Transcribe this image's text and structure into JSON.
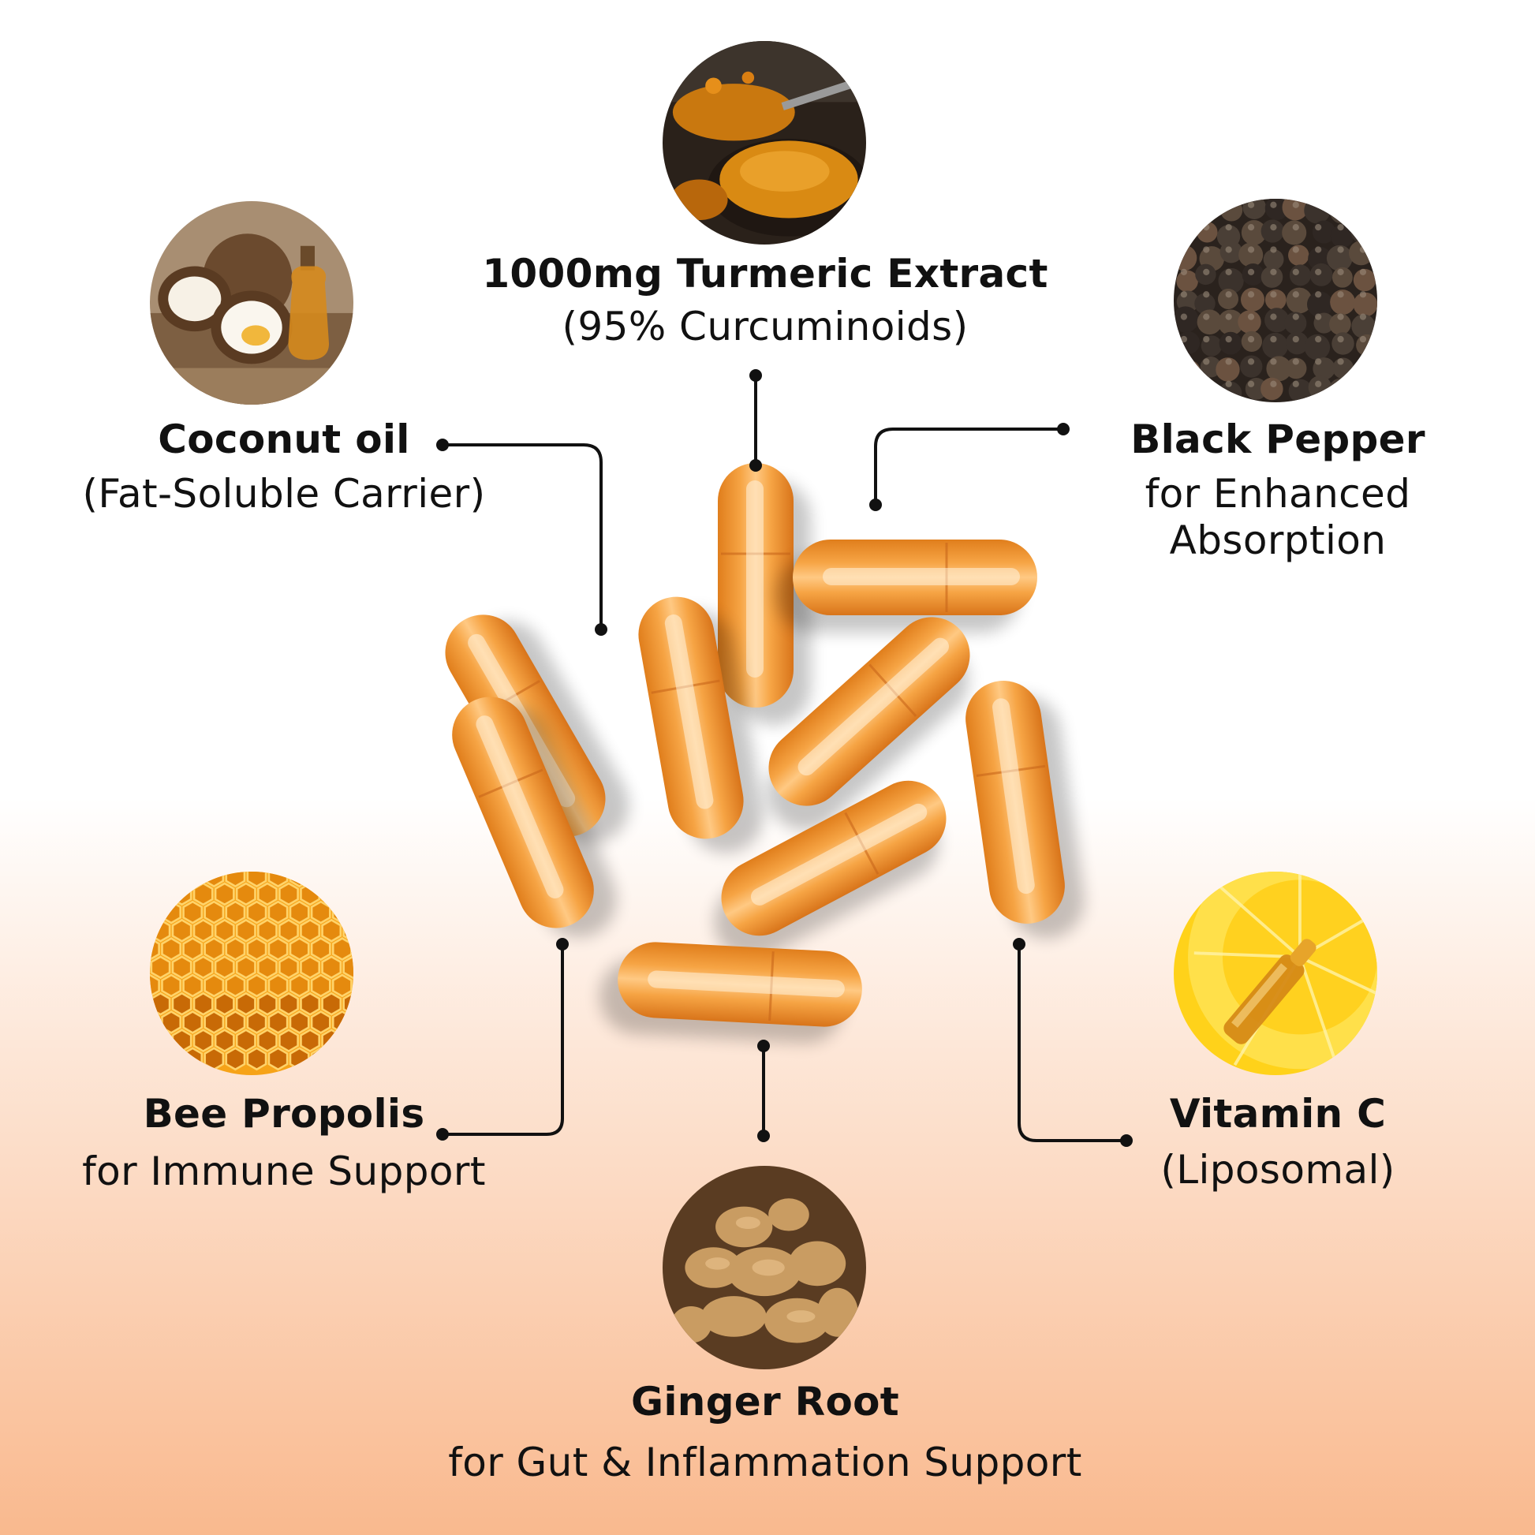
{
  "ingredients": {
    "turmeric": {
      "title": "1000mg Turmeric Extract",
      "subtitle": "(95% Curcuminoids)",
      "icon": "turmeric-powder-photo"
    },
    "coconut": {
      "title": "Coconut oil",
      "subtitle": "(Fat-Soluble Carrier)",
      "icon": "coconut-oil-photo"
    },
    "pepper": {
      "title": "Black Pepper",
      "subtitle_line1": "for Enhanced",
      "subtitle_line2": "Absorption",
      "icon": "black-pepper-photo"
    },
    "propolis": {
      "title": "Bee Propolis",
      "subtitle": "for Immune Support",
      "icon": "honeycomb-photo"
    },
    "vitamin_c": {
      "title": "Vitamin C",
      "subtitle": "(Liposomal)",
      "icon": "lemon-ampoule-photo"
    },
    "ginger": {
      "title": "Ginger Root",
      "subtitle": "for Gut & Inflammation Support",
      "icon": "ginger-root-photo"
    }
  },
  "colors": {
    "capsule": "#f0962e",
    "capsule_light": "#ffd08a",
    "connector": "#111111",
    "background_bottom": "#f9b98e"
  }
}
